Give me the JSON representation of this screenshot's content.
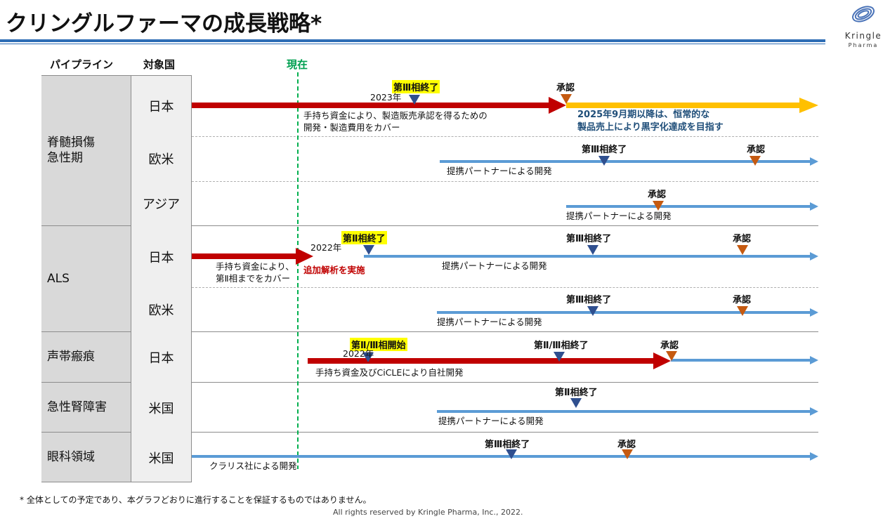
{
  "title": "クリングルファーマの成長戦略*",
  "logo": {
    "name": "Kringle",
    "sub": "Pharma"
  },
  "headers": {
    "pipeline": "パイプライン",
    "country": "対象国",
    "now": "現在"
  },
  "rows": {
    "sci": {
      "name": "脊髄損傷\n急性期",
      "jp": "日本",
      "us": "欧米",
      "asia": "アジア"
    },
    "als": {
      "name": "ALS",
      "jp": "日本",
      "us": "欧米"
    },
    "vocal": {
      "name": "声帯瘢痕",
      "jp": "日本"
    },
    "kidney": {
      "name": "急性腎障害",
      "us": "米国"
    },
    "eye": {
      "name": "眼科領域",
      "us": "米国"
    }
  },
  "milestones": {
    "p3_end": "第Ⅲ相終了",
    "p2_end": "第Ⅱ相終了",
    "p23_start": "第Ⅱ/Ⅲ相開始",
    "p23_end": "第Ⅱ/Ⅲ相終了",
    "approval": "承認"
  },
  "years": {
    "y2023": "2023年",
    "y2022a": "2022年",
    "y2022b": "2022年"
  },
  "notes": {
    "sci_jp": "手持ち資金により、製造販売承認を得るための\n開発・製造費用をカバー",
    "sci_jp_goal": "2025年9月期以降は、恒常的な\n製品売上により黒字化達成を目指す",
    "partner": "提携パートナーによる開発",
    "als_jp": "手持ち資金により、\n第Ⅱ相までをカバー",
    "als_extra": "追加解析を実施",
    "vocal_jp": "手持ち資金及びCiCLEにより自社開発",
    "eye_us": "クラリス社による開発"
  },
  "footnote": "*  全体としての予定であり、本グラフどおりに進行することを保証するものではありません。",
  "copyright": "All rights reserved by Kringle Pharma, Inc., 2022.",
  "colors": {
    "red": "#c00000",
    "blue": "#5b9bd5",
    "gold": "#ffc000",
    "tri_blue": "#2f4f8f",
    "tri_red": "#c55a11",
    "now_line": "#00b050"
  }
}
